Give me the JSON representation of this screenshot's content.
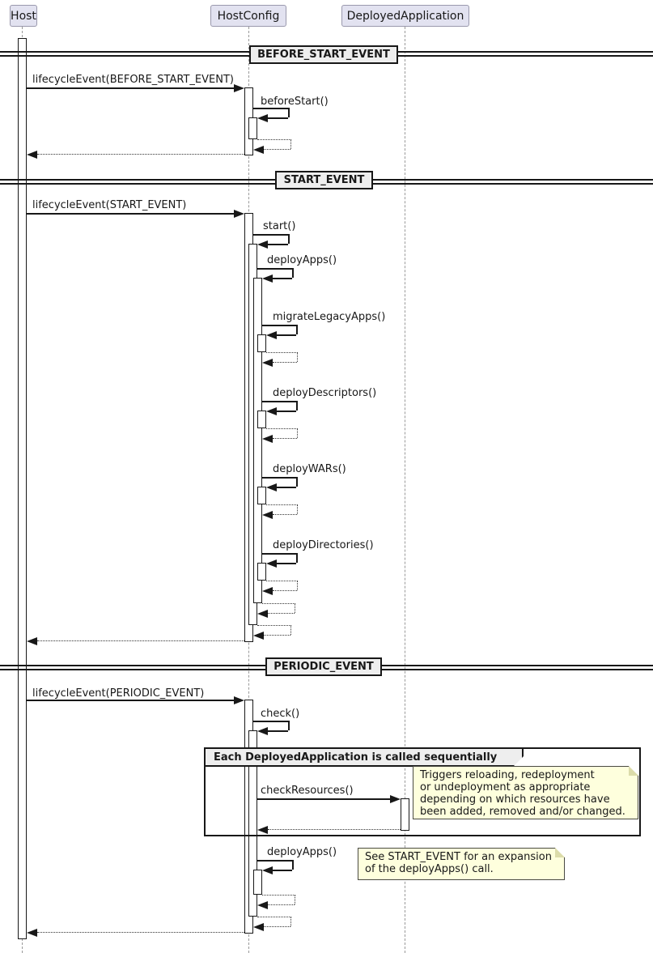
{
  "participants": [
    {
      "name": "Host"
    },
    {
      "name": "HostConfig"
    },
    {
      "name": "DeployedApplication"
    }
  ],
  "dividers": {
    "before_start": "BEFORE_START_EVENT",
    "start": "START_EVENT",
    "periodic": "PERIODIC_EVENT"
  },
  "messages": {
    "lifecycle_before_start": "lifecycleEvent(BEFORE_START_EVENT)",
    "before_start": "beforeStart()",
    "lifecycle_start": "lifecycleEvent(START_EVENT)",
    "start": "start()",
    "deploy_apps": "deployApps()",
    "migrate_legacy_apps": "migrateLegacyApps()",
    "deploy_descriptors": "deployDescriptors()",
    "deploy_wars": "deployWARs()",
    "deploy_directories": "deployDirectories()",
    "lifecycle_periodic": "lifecycleEvent(PERIODIC_EVENT)",
    "check": "check()",
    "check_resources": "checkResources()",
    "deploy_apps_periodic": "deployApps()"
  },
  "group": {
    "label": "Each DeployedApplication is called sequentially"
  },
  "notes": {
    "check_resources": {
      "lines": [
        "Triggers reloading, redeployment",
        "or undeployment as appropriate",
        "depending on which resources have",
        "been added, removed and/or changed."
      ]
    },
    "deploy_apps": {
      "lines": [
        "See START_EVENT for an expansion",
        "of the deployApps() call."
      ]
    }
  },
  "colors": {
    "participant_fill": "#E2E2F0",
    "participant_border": "#9A99AD",
    "note_fill": "#FEFFDD",
    "divider_fill": "#EEEEEE",
    "line": "#181818",
    "lifeline": "#9A9A9A"
  }
}
